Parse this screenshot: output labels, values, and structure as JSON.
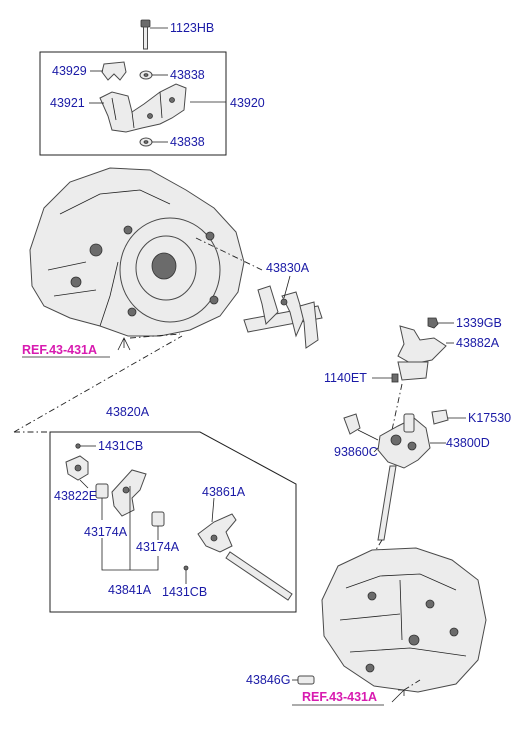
{
  "labels": {
    "p1123HB": "1123HB",
    "p43929": "43929",
    "p43838a": "43838",
    "p43921": "43921",
    "p43920": "43920",
    "p43838b": "43838",
    "p43830A": "43830A",
    "ref1": "REF.43-431A",
    "p1339GB": "1339GB",
    "p43882A": "43882A",
    "p1140ET": "1140ET",
    "pK17530": "K17530",
    "p43820A": "43820A",
    "p1431CBa": "1431CB",
    "p93860C": "93860C",
    "p43800D": "43800D",
    "p43822E": "43822E",
    "p43861A": "43861A",
    "p43174Aa": "43174A",
    "p43174Ab": "43174A",
    "p43841A": "43841A",
    "p1431CBb": "1431CB",
    "p43846G": "43846G",
    "ref2": "REF.43-431A"
  },
  "colors": {
    "label": "#1a1aa6",
    "reference": "#d81bb0",
    "line": "#222222",
    "part_fill": "#ececec"
  }
}
